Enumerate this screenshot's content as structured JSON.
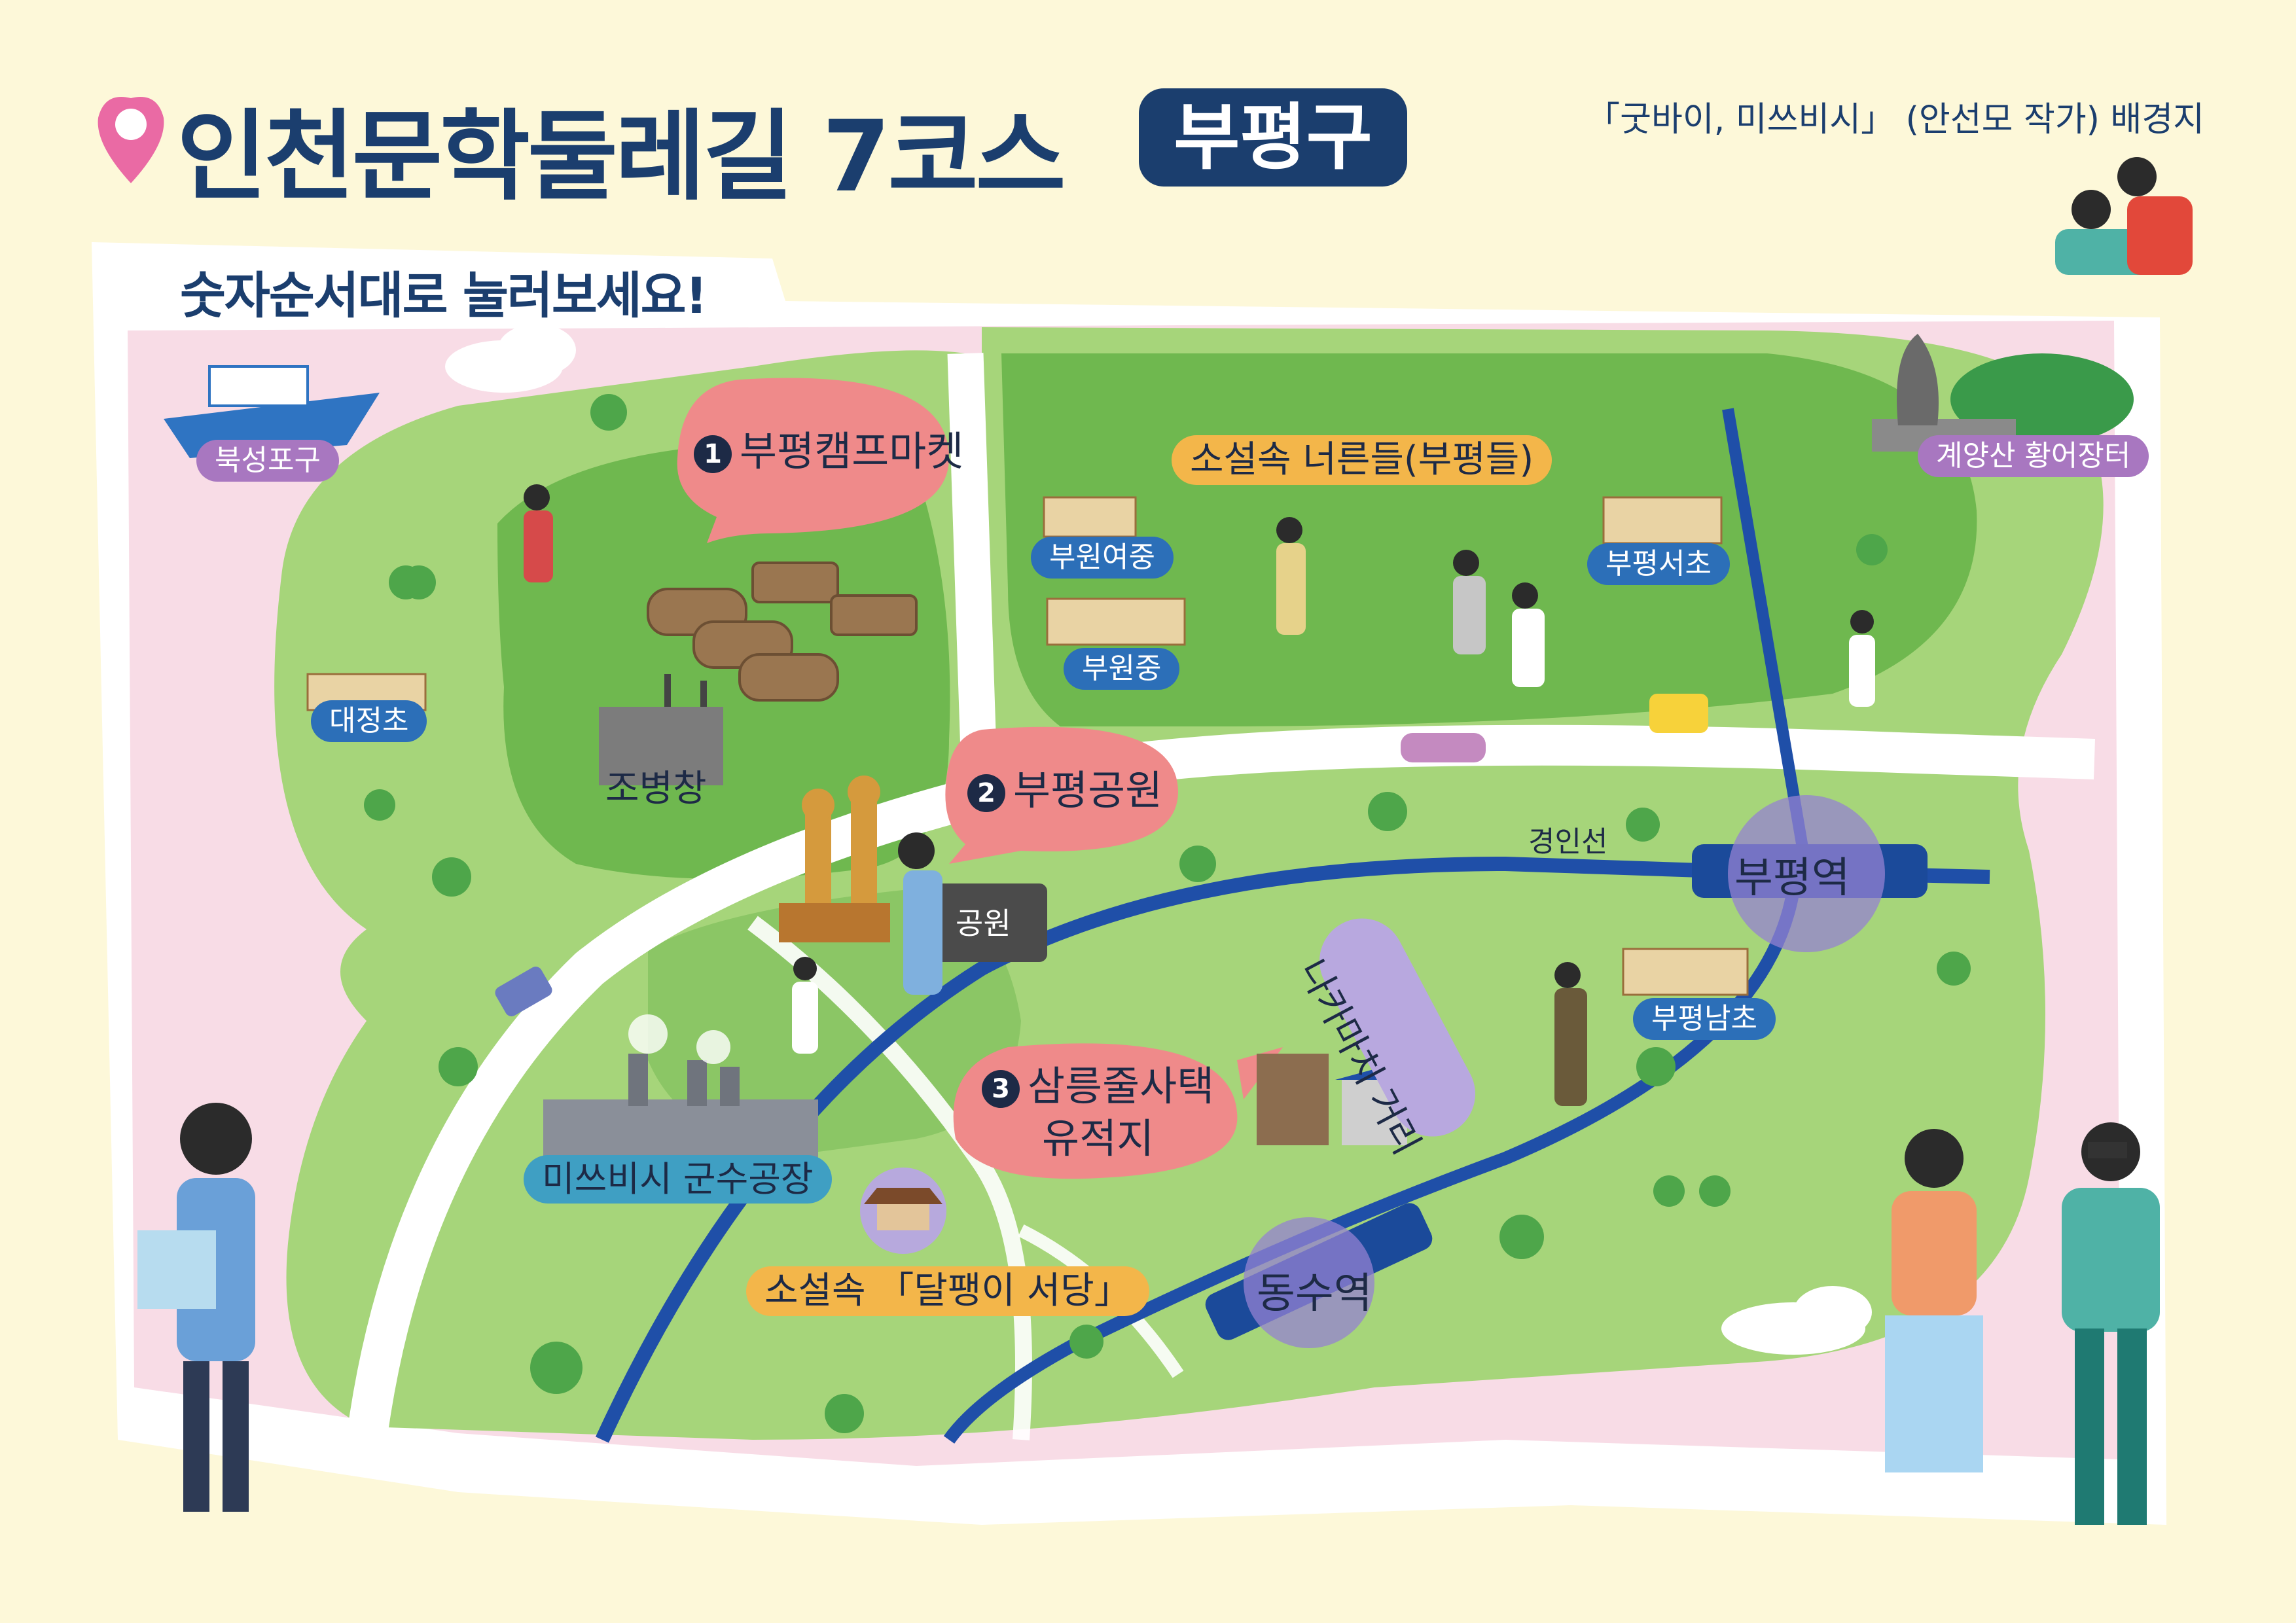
{
  "header": {
    "title": "인천문학둘레길 7코스",
    "district": "부평구",
    "source_note": "「굿바이, 미쓰비시」 (안선모 작가) 배경지"
  },
  "instruction": "숫자순서대로 눌러보세요!",
  "course_stops": [
    {
      "number": "1",
      "name": "부평캠프마켓"
    },
    {
      "number": "2",
      "name": "부평공원"
    },
    {
      "number": "3",
      "name": "삼릉줄사택",
      "name_line2": "유적지"
    }
  ],
  "landmarks": {
    "bukseong_port": "북성포구",
    "gyeyangsan": "계양산 황어장터",
    "daejeong_elem": "대정초",
    "jobyeongchang": "조병창",
    "buwon_girls_middle": "부원여중",
    "buwon_middle": "부원중",
    "bupyeong_west_elem": "부평서초",
    "novel_plain": "소설속 너른들(부평들)",
    "park_sign": "공원",
    "mitsubishi_factory": "미쓰비시 군수공장",
    "novel_seodang": "소설속 「달팽이 서당」",
    "nakamachi_street": "나카마치 거리",
    "bupyeong_south_elem": "부평남초"
  },
  "rail": {
    "line_name": "경인선",
    "station_bupyeong": "부평역",
    "station_dongsu": "동수역"
  },
  "colors": {
    "navy": "#1b3e6e",
    "pink_bubble": "#ef8a8a",
    "grass_light": "#a6d57a",
    "grass_dark": "#6fb84f",
    "rail_blue": "#1f4fa8",
    "pill_purple": "#a877c0",
    "pill_blue": "#2c6fb8",
    "pill_orange": "#f3b64a",
    "pill_teal": "#3f9fc3",
    "pin_pink": "#ea6aa4"
  }
}
